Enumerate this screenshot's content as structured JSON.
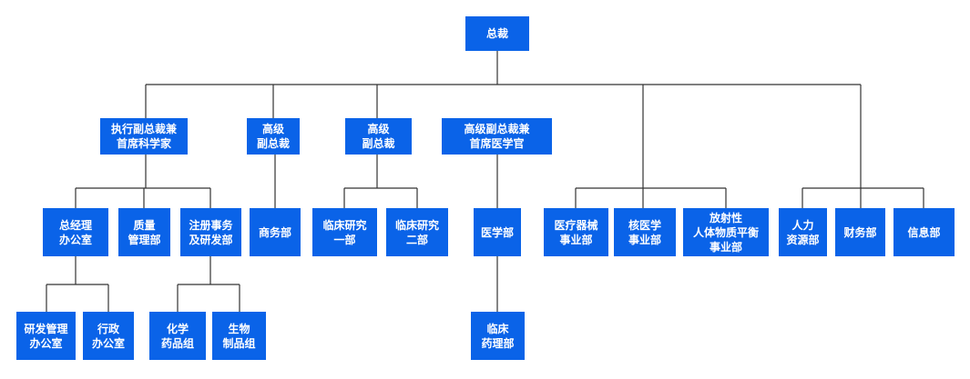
{
  "org_chart": {
    "line_color": "#333333",
    "box_color": "#0a63e8",
    "text_color": "#ffffff",
    "nodes": {
      "ceo": "总裁",
      "exec_vp_cso": "执行副总裁兼\n首席科学家",
      "svp1": "高级\n副总裁",
      "svp2": "高级\n副总裁",
      "svp_cmo": "高级副总裁兼\n首席医学官",
      "gm_office": "总经理\n办公室",
      "quality": "质量\n管理部",
      "regulatory": "注册事务\n及研发部",
      "business": "商务部",
      "clinical1": "临床研究\n一部",
      "clinical2": "临床研究\n二部",
      "medical": "医学部",
      "device": "医疗器械\n事业部",
      "nuclear": "核医学\n事业部",
      "radio": "放射性\n人体物质平衡\n事业部",
      "hr": "人力\n资源部",
      "finance": "财务部",
      "it": "信息部",
      "rd_mgmt": "研发管理\n办公室",
      "admin": "行政\n办公室",
      "chem": "化学\n药品组",
      "bio": "生物\n制品组",
      "clin_pharm": "临床\n药理部"
    }
  }
}
